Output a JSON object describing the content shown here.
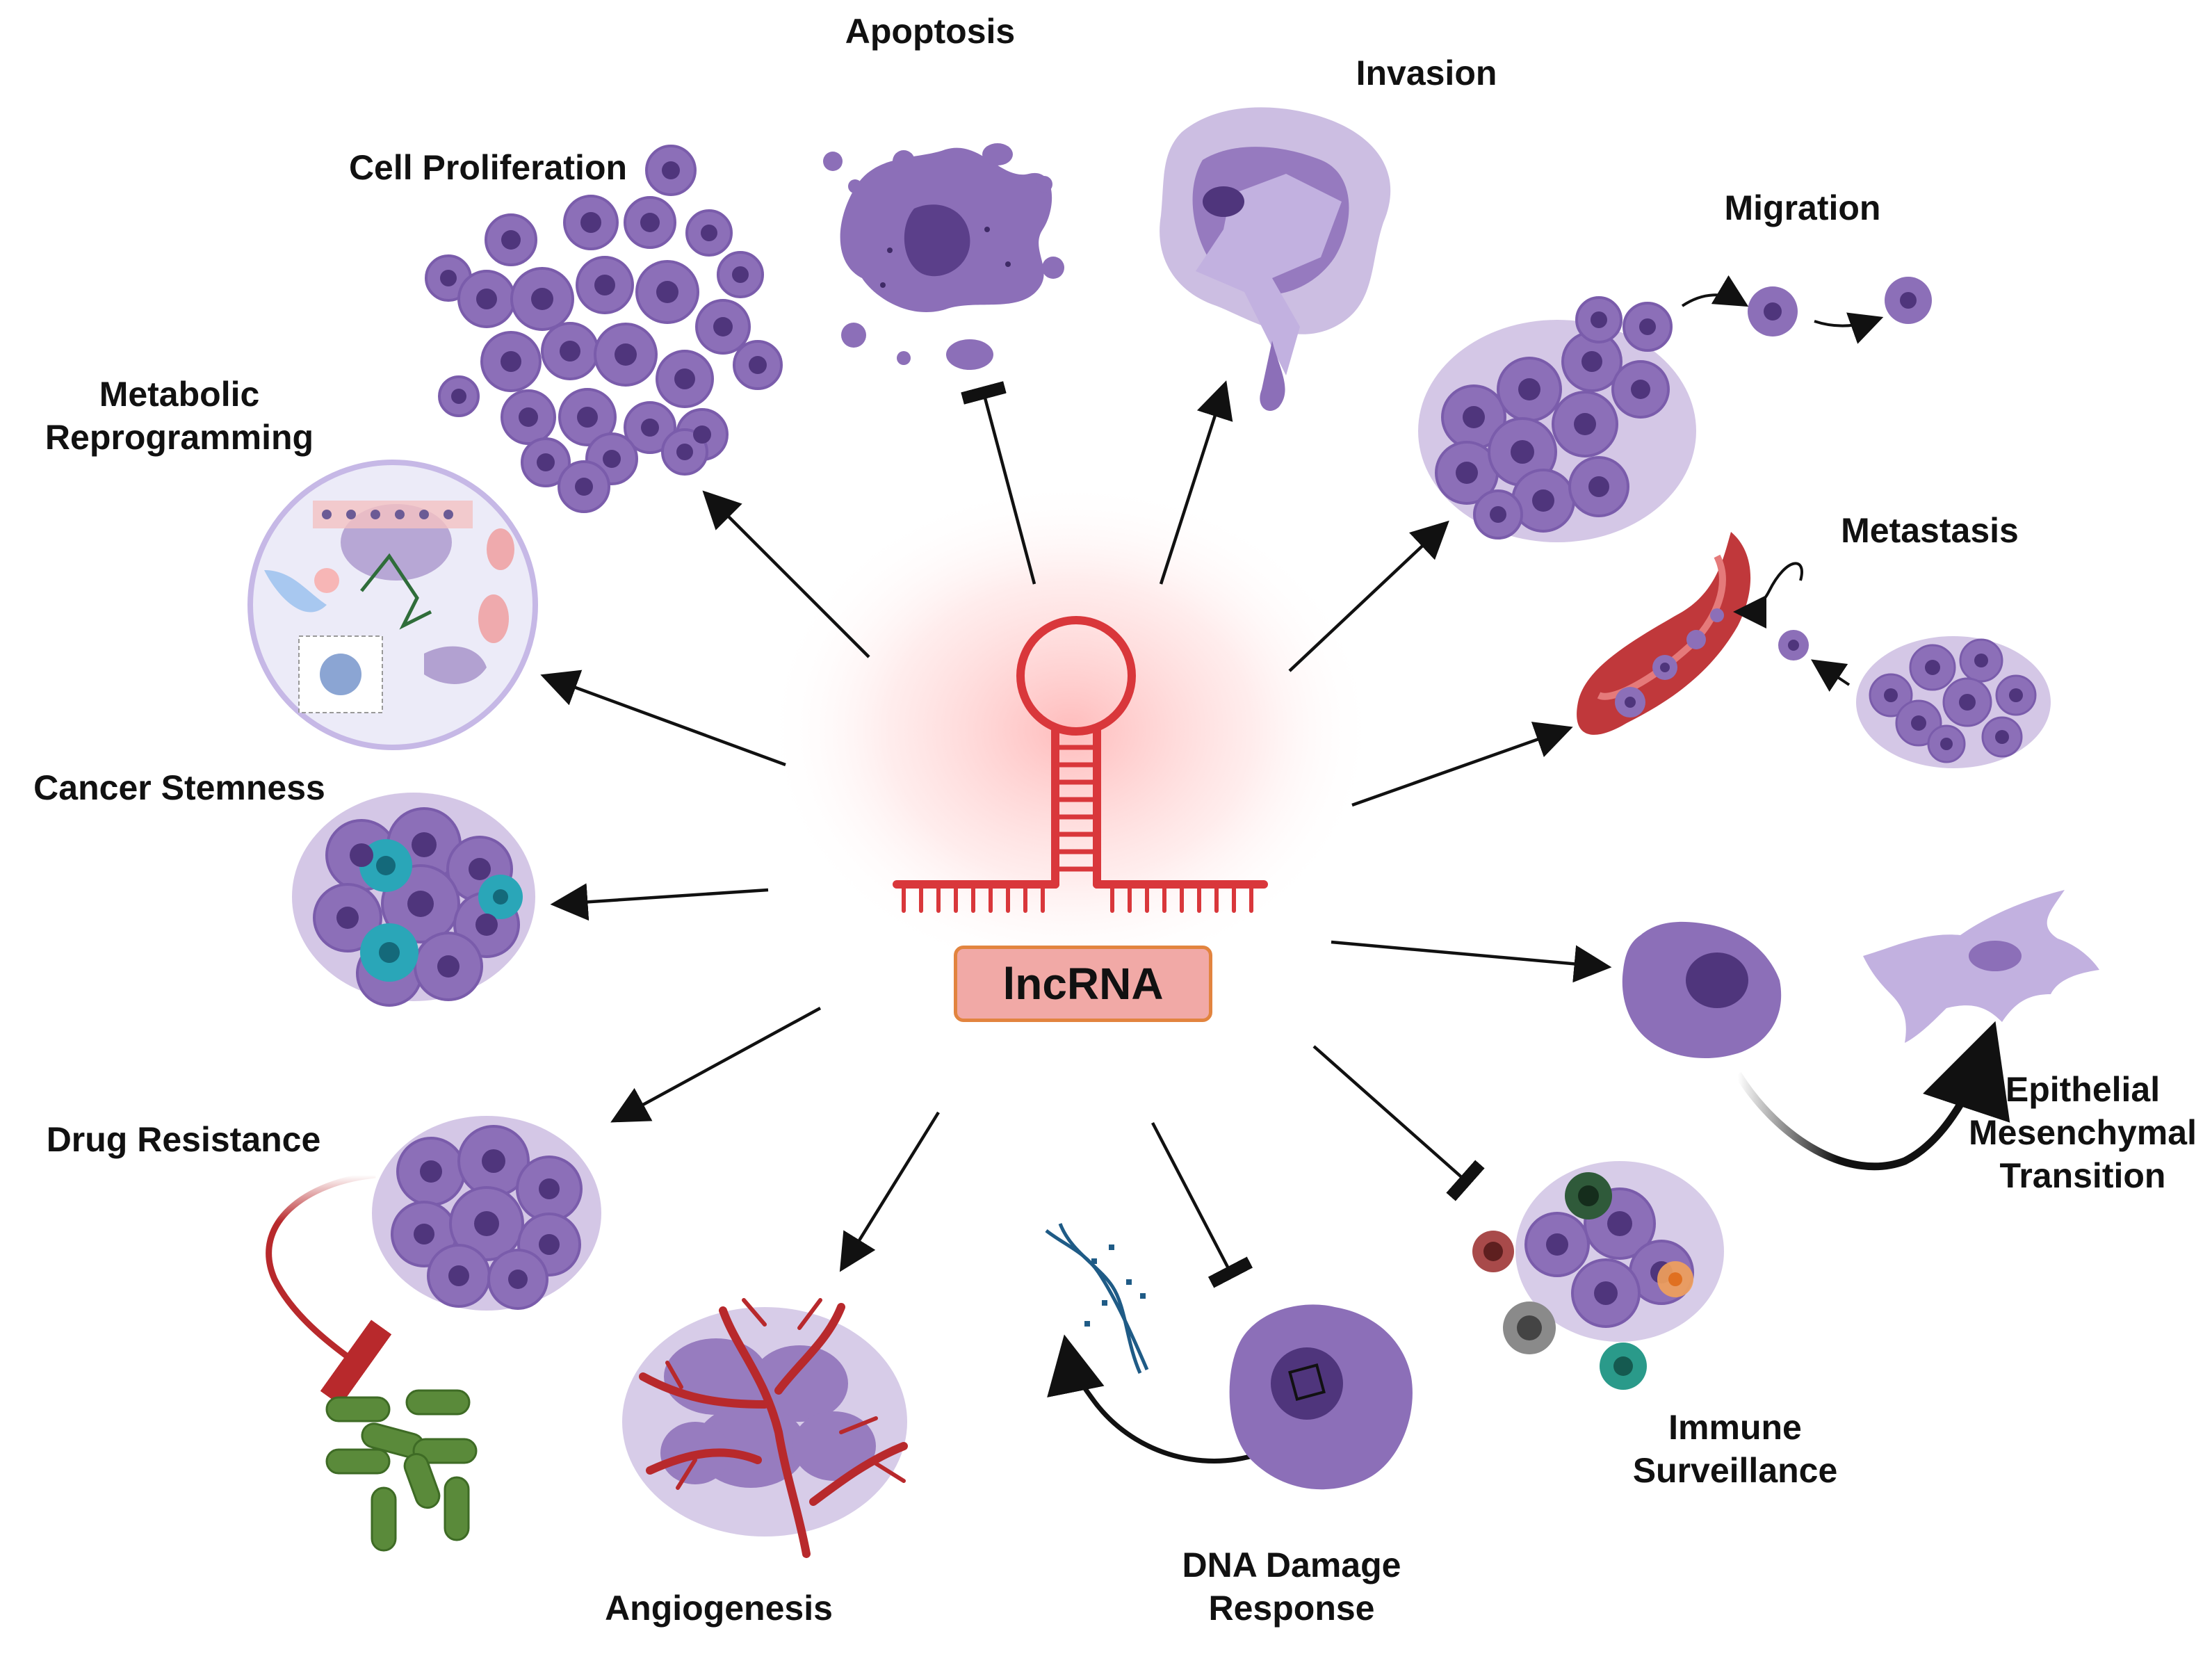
{
  "center": {
    "label": "lncRNA"
  },
  "processes": {
    "apoptosis": "Apoptosis",
    "invasion": "Invasion",
    "cell_proliferation": "Cell Proliferation",
    "migration": "Migration",
    "metabolic_reprogramming": [
      "Metabolic",
      "Reprogramming"
    ],
    "metastasis": "Metastasis",
    "cancer_stemness": "Cancer Stemness",
    "drug_resistance": "Drug Resistance",
    "emt": [
      "Epithelial",
      "Mesenchymal",
      "Transition"
    ],
    "immune_surveillance": [
      "Immune",
      "Surveillance"
    ],
    "dna_damage_response": [
      "DNA Damage",
      "Response"
    ],
    "angiogenesis": "Angiogenesis"
  },
  "colors": {
    "cell_fill": "#8c6fb8",
    "cell_light": "#b7a2d6",
    "nucleus": "#5b3f8a",
    "rna": "#d9373b",
    "vessel": "#b8292c",
    "stem_cell": "#2aa6b8",
    "pill": "#5a8a3a",
    "label_box": "#f1a9a6",
    "label_border": "#e2843f"
  }
}
